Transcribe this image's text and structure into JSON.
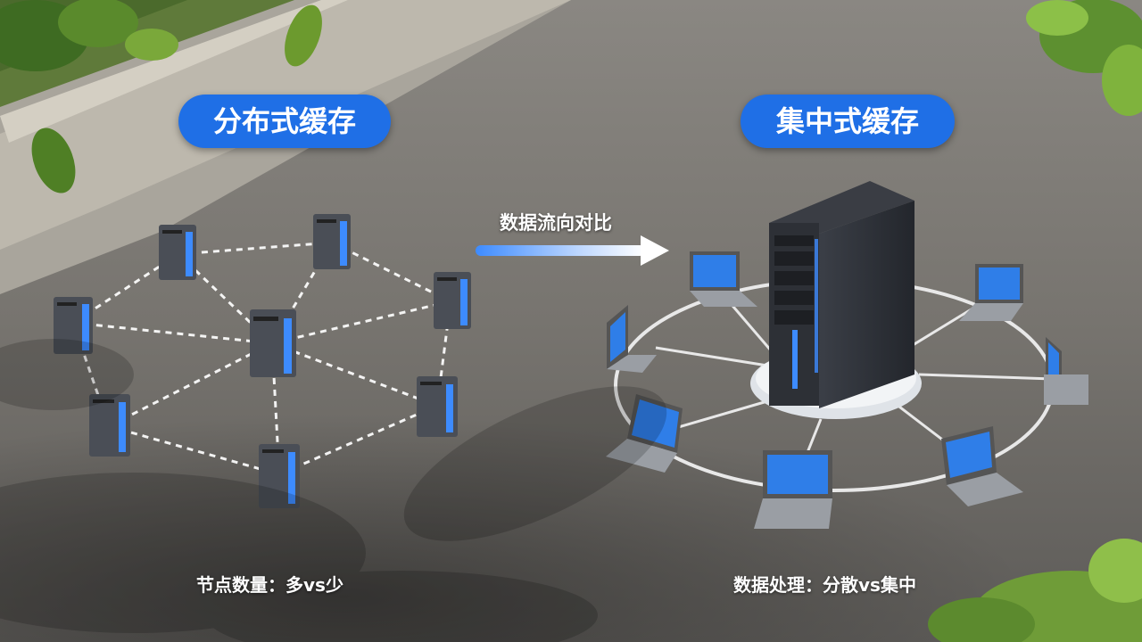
{
  "labels": {
    "left_title": "分布式缓存",
    "right_title": "集中式缓存",
    "arrow_label": "数据流向对比",
    "left_caption": "节点数量：多vs少",
    "right_caption": "数据处理：分散vs集中"
  },
  "colors": {
    "pill": "#1f6fe6",
    "screen_glow": "#3d8bff",
    "asphalt": "#6f6d69"
  }
}
